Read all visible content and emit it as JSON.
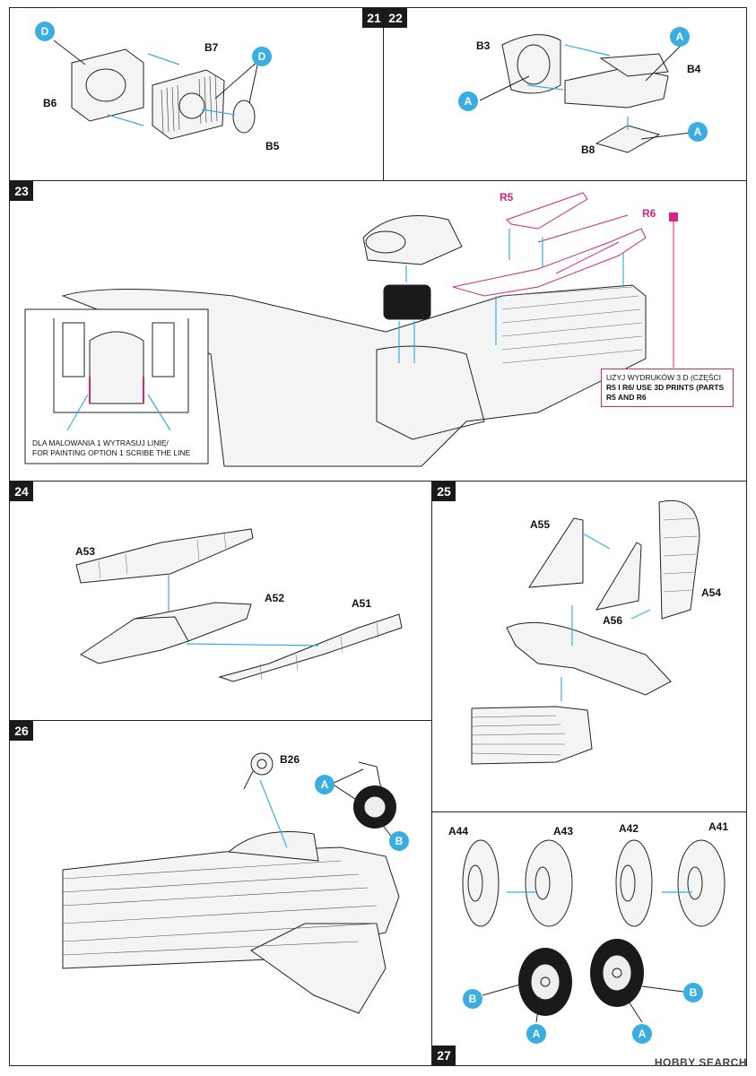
{
  "steps": {
    "s21": "21",
    "s22": "22",
    "s23": "23",
    "s24": "24",
    "s25": "25",
    "s26": "26",
    "s27": "27"
  },
  "parts": {
    "b7": "B7",
    "b6": "B6",
    "b5": "B5",
    "b3": "B3",
    "b4": "B4",
    "b8": "B8",
    "r5": "R5",
    "r6": "R6",
    "a53": "A53",
    "a52": "A52",
    "a51": "A51",
    "a55": "A55",
    "a54": "A54",
    "a56": "A56",
    "b26": "B26",
    "a44": "A44",
    "a43": "A43",
    "a42": "A42",
    "a41": "A41"
  },
  "callouts": {
    "d": "D",
    "a": "A",
    "b": "B"
  },
  "notes": {
    "painting_pl": "DLA MALOWANIA 1 WYTRASUJ LINIĘ/",
    "painting_en": "FOR PAINTING OPTION 1 SCRIBE THE LINE",
    "print3d_line1": "UŻYJ WYDRUKÓW 3 D (CZĘŚCI",
    "print3d_line2": "R5 I R6/ USE 3D PRINTS (PARTS",
    "print3d_line3": "R5 AND R6"
  },
  "watermark": "HOBBY SEARCH",
  "colors": {
    "callout": "#3aaee0",
    "accent3d": "#d6247f"
  }
}
